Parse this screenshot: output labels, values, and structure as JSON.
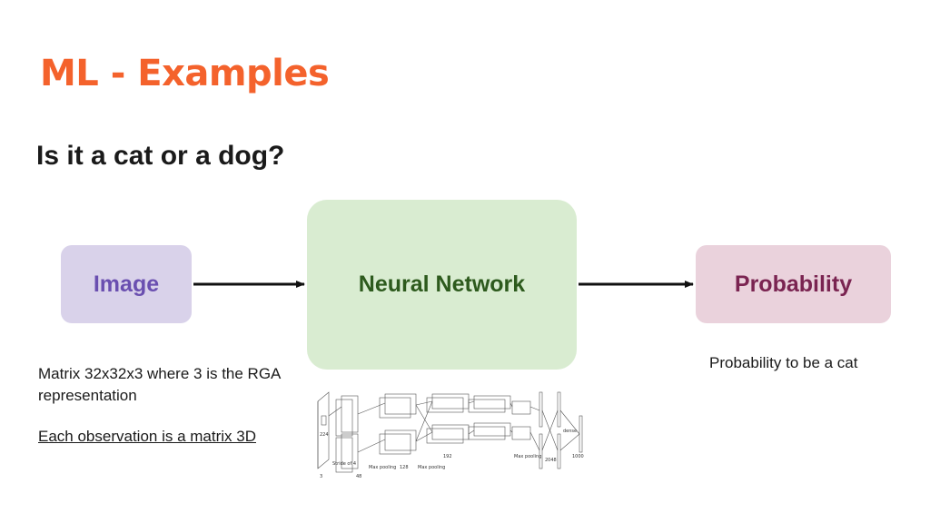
{
  "slide": {
    "title": "ML - Examples",
    "question": "Is it a cat or a dog?"
  },
  "diagram": {
    "nodes": {
      "input": "Image",
      "model": "Neural Network",
      "output": "Probability"
    },
    "edges": [
      {
        "from": "Image",
        "to": "Neural Network"
      },
      {
        "from": "Neural Network",
        "to": "Probability"
      }
    ],
    "colors": {
      "input_fill": "#d9d2ea",
      "input_text": "#6a4fb0",
      "model_fill": "#d9ecd1",
      "model_text": "#2d5a1d",
      "output_fill": "#ead2dc",
      "output_text": "#7a2451",
      "title_color": "#f4622c"
    }
  },
  "notes": {
    "input_desc": "Matrix 32x32x3 where 3 is the RGA representation",
    "observation": "Each observation is a matrix 3D",
    "output_desc": "Probability to be a cat"
  },
  "cnn_figure": {
    "labels": {
      "dim_224": "224",
      "dim_3": "3",
      "dim_48": "48",
      "dim_128": "128",
      "dim_192": "192",
      "dim_2048": "2048",
      "dim_1000": "1000",
      "stride": "Stride of 4",
      "max_pooling": "Max pooling",
      "dense": "dense"
    }
  }
}
